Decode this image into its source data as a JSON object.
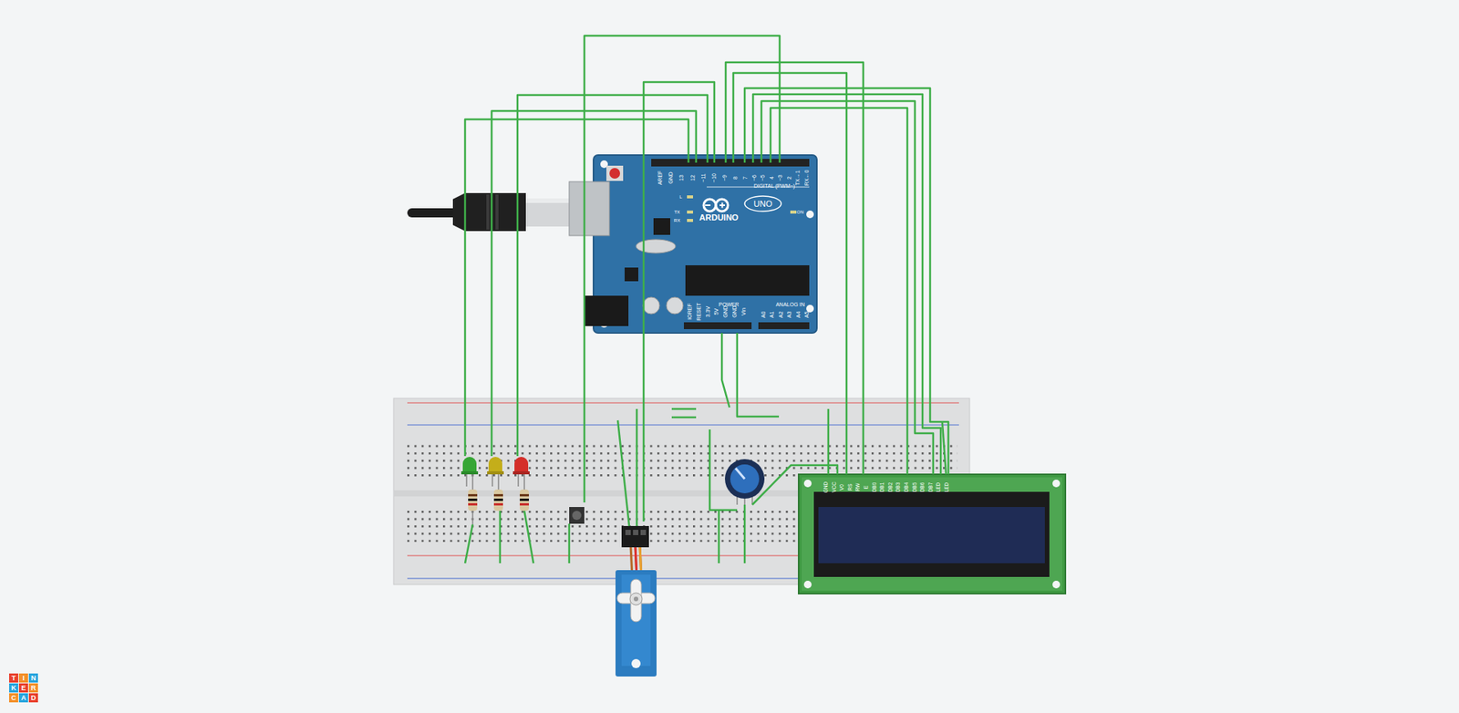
{
  "diagram": {
    "nodes": [
      {
        "text": [
          "ARDUINO",
          "UNO",
          "DIGITAL (PWM~)",
          "POWER",
          "ANALOG IN"
        ]
      },
      {
        "text": [
          "GND",
          "VCC",
          "V0",
          "RS",
          "RW",
          "E",
          "DB0",
          "DB1",
          "DB2",
          "DB3",
          "DB4",
          "DB5",
          "DB6",
          "DB7",
          "LED",
          "LED"
        ]
      }
    ],
    "labels": [
      "AREF",
      "GND",
      "13",
      "12",
      "~11",
      "~10",
      "~9",
      "8",
      "7",
      "~6",
      "~5",
      "4",
      "~3",
      "2",
      "TX→1",
      "RX←0",
      "IOREF",
      "RESET",
      "3.3V",
      "5V",
      "GND",
      "GND",
      "Vin",
      "A0",
      "A1",
      "A2",
      "A3",
      "A4",
      "A5",
      "L",
      "TX",
      "RX",
      "ON",
      "T",
      "I",
      "N",
      "K",
      "E",
      "R",
      "C",
      "A",
      "D"
    ]
  }
}
